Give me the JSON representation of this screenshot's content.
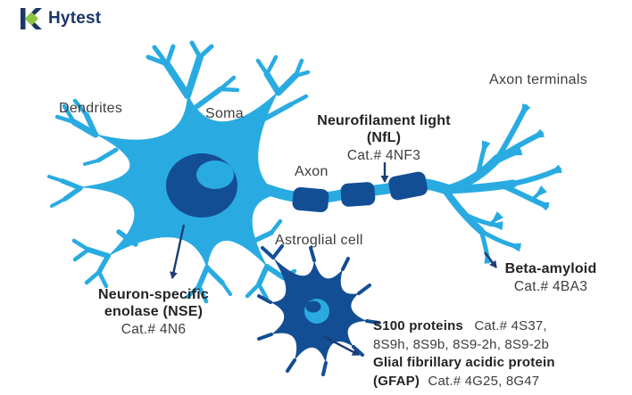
{
  "logo": {
    "brand": "Hytest"
  },
  "colors": {
    "neuron_blue": "#29ABE2",
    "deep_blue": "#134E94",
    "arrow_navy": "#1B3C74",
    "logo_navy": "#1B3768",
    "logo_green": "#8DC63F",
    "label_text": "#3D3D3D",
    "bold_text": "#262224",
    "background": "#FFFFFF"
  },
  "labels": {
    "dendrites": "Dendrites",
    "soma": "Soma",
    "axon": "Axon",
    "axon_terminals": "Axon terminals",
    "astroglial_cell": "Astroglial cell"
  },
  "markers": {
    "nfl": {
      "line1": "Neurofilament light",
      "line2": "(NfL)",
      "cat": "Cat.# 4NF3"
    },
    "nse": {
      "line1": "Neuron-specific",
      "line2": "enolase (NSE)",
      "cat": "Cat.# 4N6"
    },
    "beta_amyloid": {
      "name": "Beta-amyloid",
      "cat": "Cat.# 4BA3"
    },
    "s100": {
      "name": "S100 proteins",
      "cat_line1": "Cat.# 4S37,",
      "cat_line2": "8S9h, 8S9b, 8S9-2h, 8S9-2b"
    },
    "gfap": {
      "line1": "Glial fibrillary acidic protein",
      "line2": "(GFAP)",
      "cat": "Cat.# 4G25, 8G47"
    }
  }
}
